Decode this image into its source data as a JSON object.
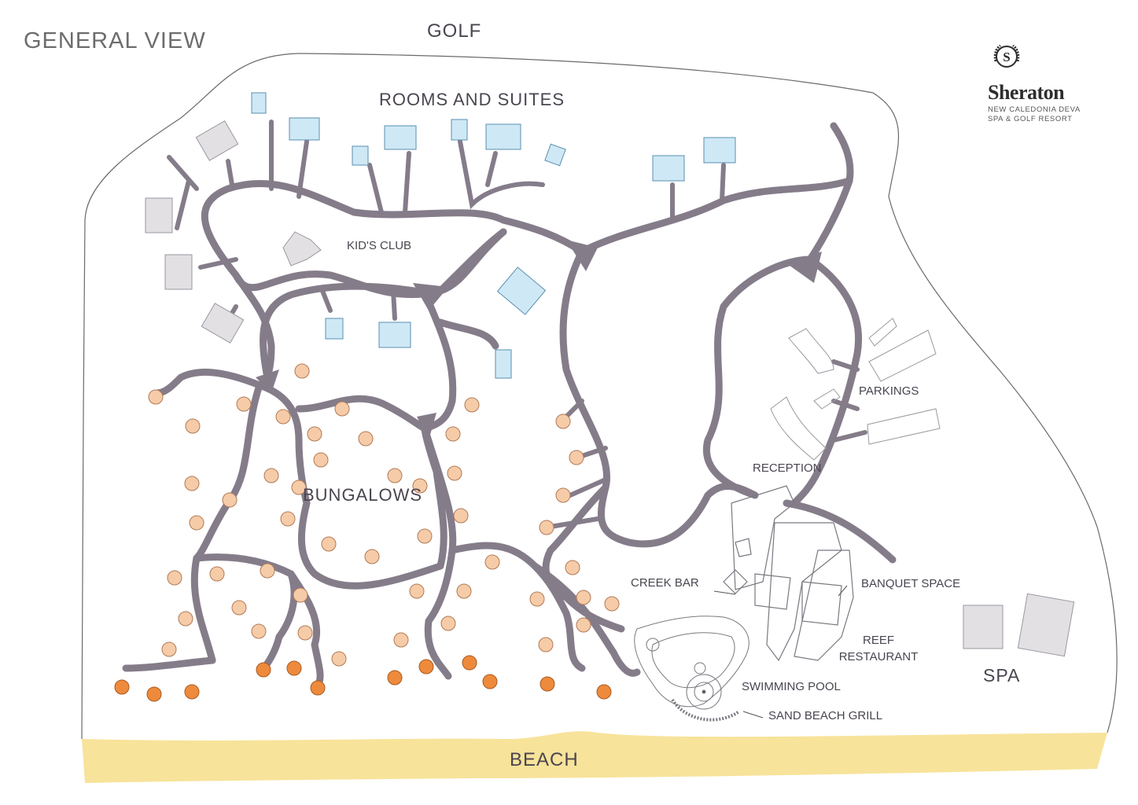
{
  "header": {
    "title": "GENERAL VIEW"
  },
  "brand": {
    "name": "Sheraton",
    "subtitle_line1": "NEW CALEDONIA DEVA",
    "subtitle_line2": "SPA & GOLF RESORT",
    "emblem": "sheraton-s-laurel-emblem"
  },
  "zones": {
    "golf": "GOLF",
    "rooms": "ROOMS AND SUITES",
    "kids_club": "KID'S CLUB",
    "bungalows": "BUNGALOWS",
    "parkings": "PARKINGS",
    "reception": "RECEPTION",
    "creek_bar": "CREEK BAR",
    "banquet": "BANQUET SPACE",
    "reef_line1": "REEF",
    "reef_line2": "RESTAURANT",
    "pool": "SWIMMING POOL",
    "grill": "SAND BEACH GRILL",
    "spa": "SPA",
    "beach": "BEACH"
  },
  "colors": {
    "paths": "#857c8a",
    "suites": "#cfe8f5",
    "suite_stroke": "#5a8fb0",
    "bungalow_light": "#f6cba8",
    "bungalow_dark": "#ee8a3c",
    "buildings": "#e2e0e3",
    "beach": "#f7e39a",
    "boundary": "#6a6a6a"
  }
}
